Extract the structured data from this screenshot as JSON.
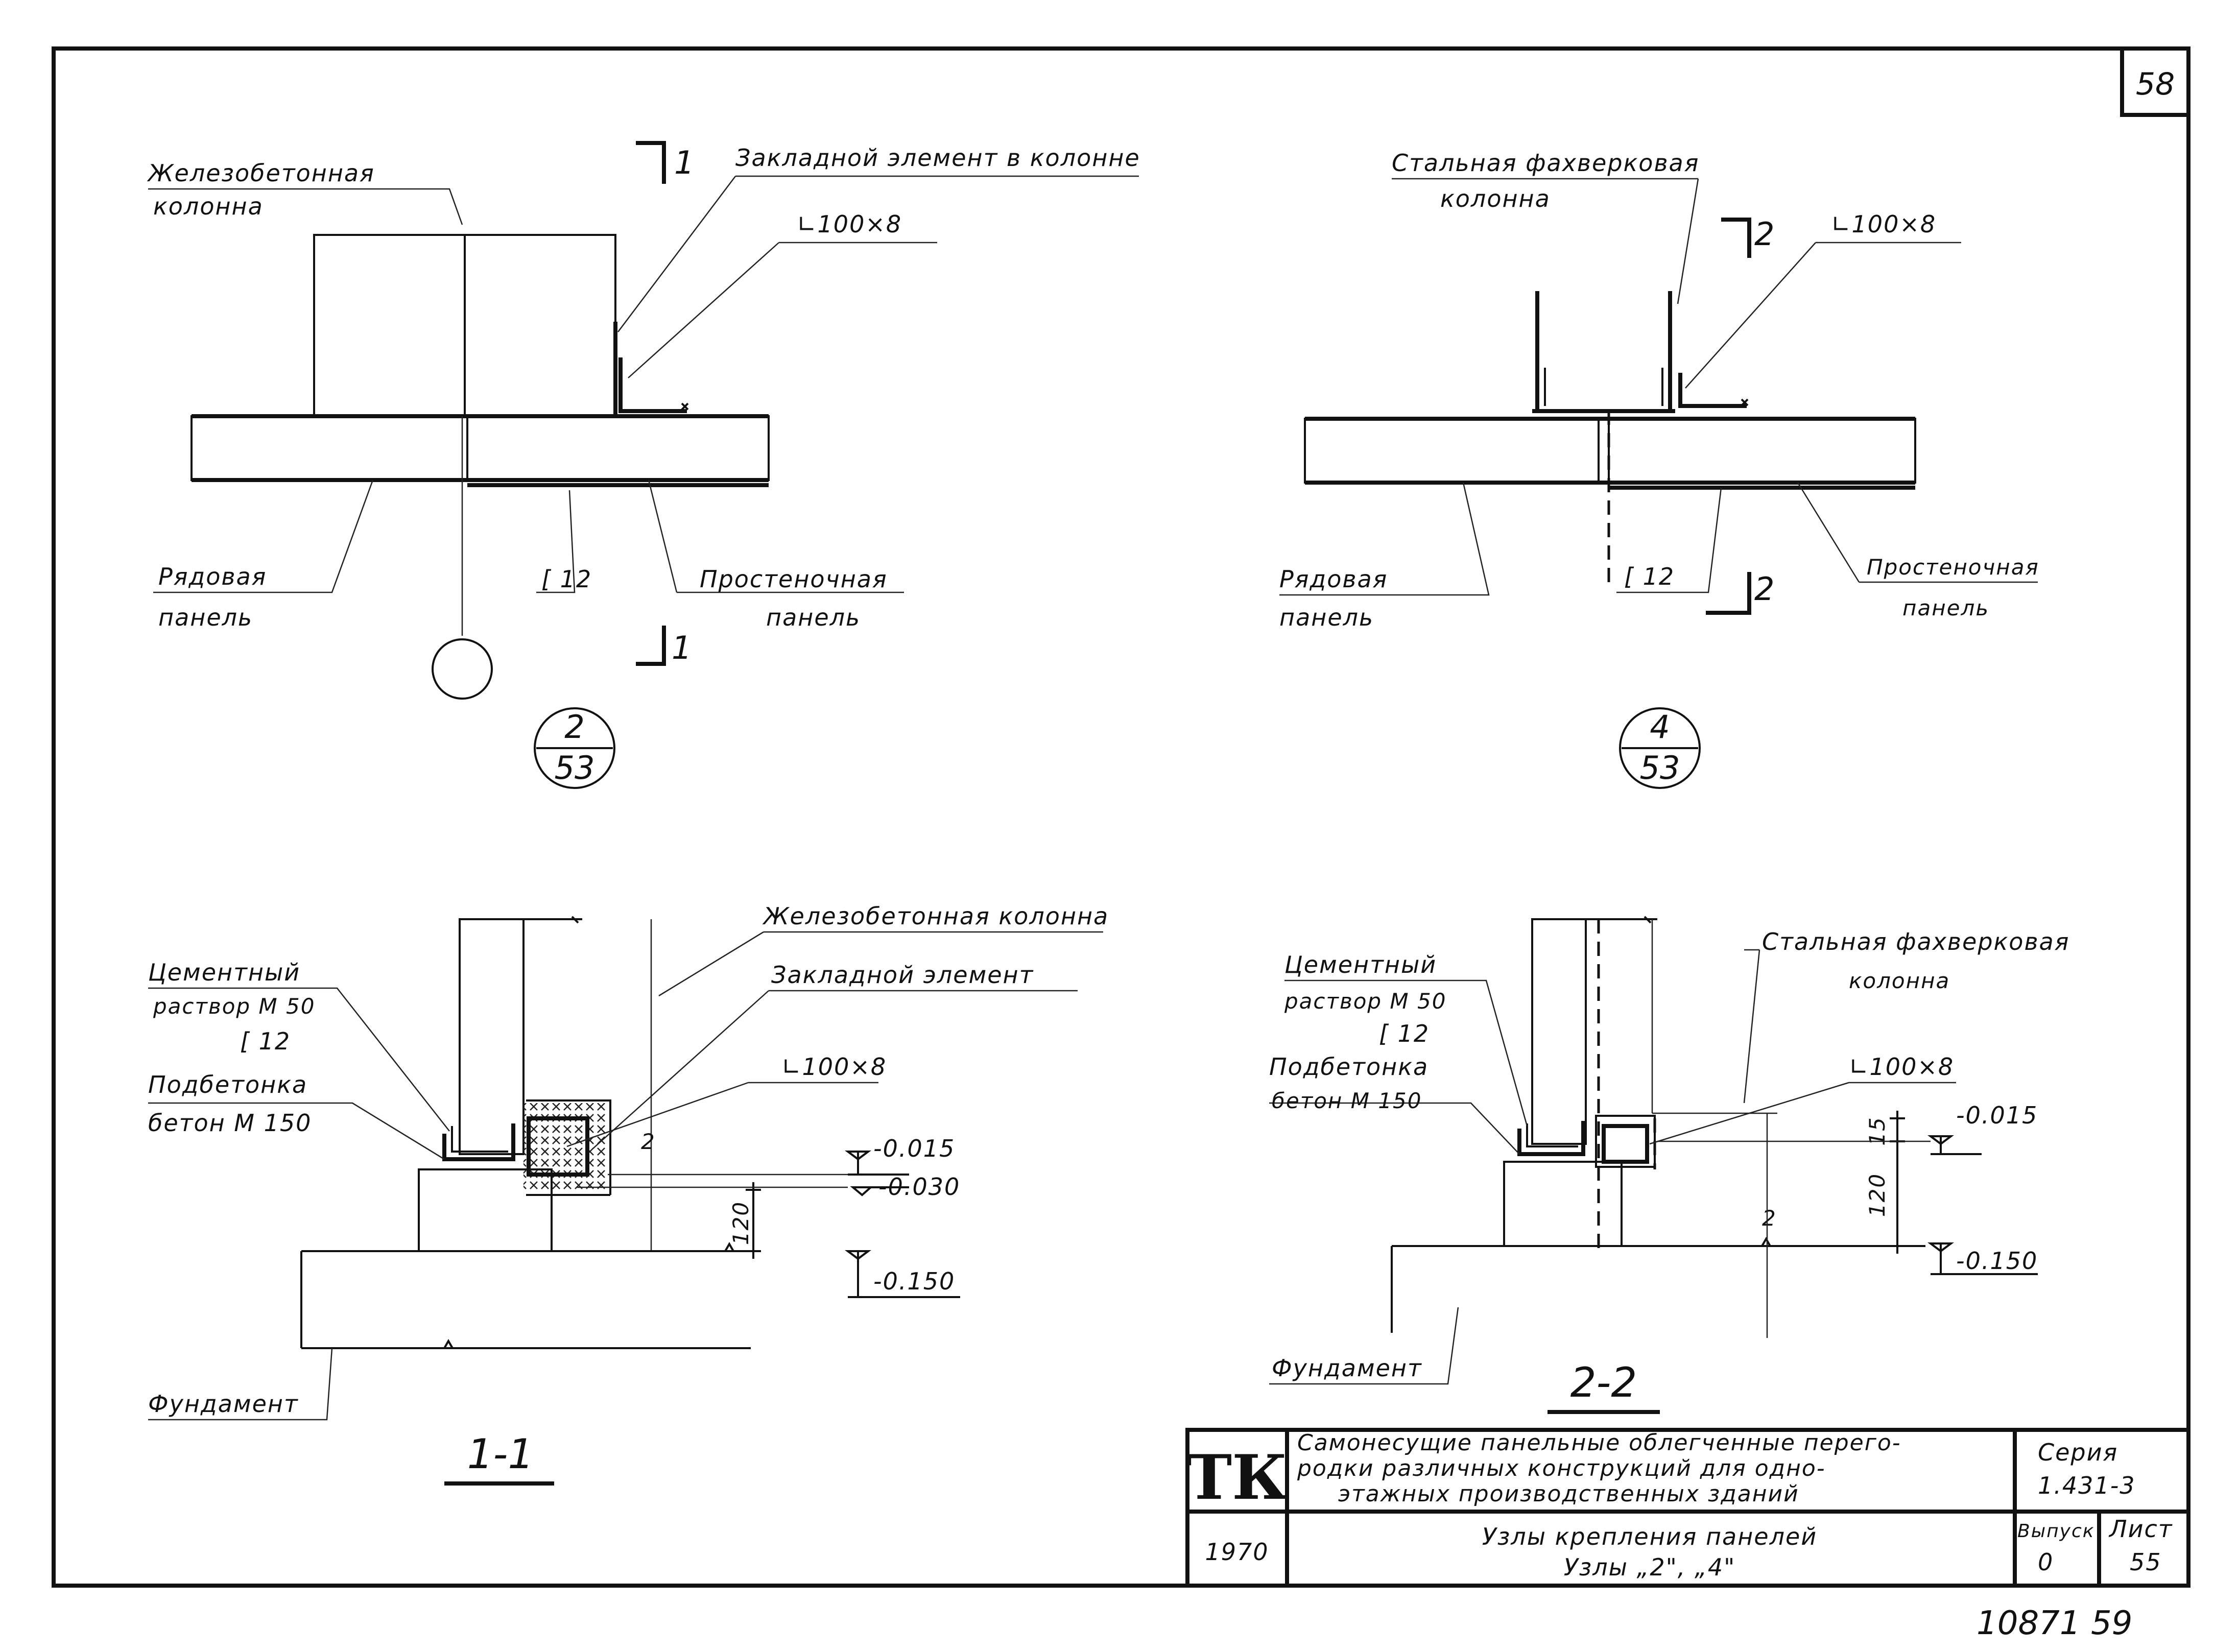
{
  "sheet_number": "58",
  "archive_number": "10871 59",
  "detail_2": {
    "column_label": [
      "Железобетонная",
      "колонна"
    ],
    "embedded_label": "Закладной элемент в колонне",
    "angle_label": "∟100×8",
    "cut_top": "1",
    "cut_bottom": "1",
    "row_panel": [
      "Рядовая",
      "панель"
    ],
    "channel": "[ 12",
    "pier_panel": [
      "Простеночная",
      "панель"
    ],
    "ref_top": "2",
    "ref_bottom": "53"
  },
  "detail_4": {
    "column_label": [
      "Стальная фахверковая",
      "колонна"
    ],
    "angle_label": "∟100×8",
    "cut_top": "2",
    "cut_bottom": "2",
    "row_panel": [
      "Рядовая",
      "панель"
    ],
    "channel": "[ 12",
    "pier_panel": [
      "Простеночная",
      "панель"
    ],
    "ref_top": "4",
    "ref_bottom": "53"
  },
  "section_1_1": {
    "title": "1-1",
    "cement": [
      "Цементный",
      "раствор М 50"
    ],
    "channel": "[ 12",
    "concrete": [
      "Подбетонка",
      "бетон М 150"
    ],
    "column_label": "Железобетонная колонна",
    "embedded_label": "Закладной элемент",
    "angle_label": "∟100×8",
    "dim_2": "2",
    "dim_120": "120",
    "level_1": "-0.015",
    "level_2": "-0.030",
    "level_3": "-0.150",
    "foundation": "Фундамент"
  },
  "section_2_2": {
    "title": "2-2",
    "cement": [
      "Цементный",
      "раствор М 50"
    ],
    "channel": "[ 12",
    "concrete": [
      "Подбетонка",
      "бетон М 150"
    ],
    "column_label": [
      "Стальная фахверковая",
      "колонна"
    ],
    "angle_label": "∟100×8",
    "dim_2": "2",
    "dim_15": "15",
    "dim_120": "120",
    "level_1": "-0.015",
    "level_2": "-0.150",
    "foundation": "Фундамент"
  },
  "title_block": {
    "logo": "ТК",
    "year": "1970",
    "description": [
      "Самонесущие панельные облегченные перего-",
      "родки различных конструкций для одно-",
      "этажных производственных зданий"
    ],
    "sheet_title": [
      "Узлы крепления панелей",
      "Узлы „2\", „4\""
    ],
    "series_label": "Серия",
    "series_value": "1.431-3",
    "issue_label": "Выпуск",
    "issue_value": "0",
    "sheet_label": "Лист",
    "sheet_value": "55"
  }
}
